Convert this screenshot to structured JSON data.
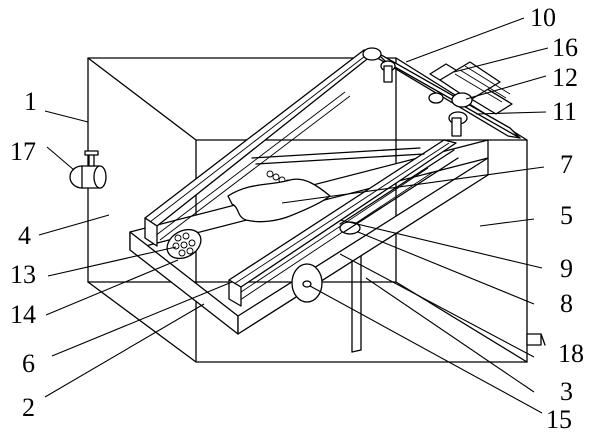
{
  "figure": {
    "labels": {
      "l1": "1",
      "l2": "2",
      "l3": "3",
      "l4": "4",
      "l5": "5",
      "l6": "6",
      "l7": "7",
      "l8": "8",
      "l9": "9",
      "l10": "10",
      "l11": "11",
      "l12": "12",
      "l13": "13",
      "l14": "14",
      "l15": "15",
      "l16": "16",
      "l17": "17",
      "l18": "18"
    }
  }
}
